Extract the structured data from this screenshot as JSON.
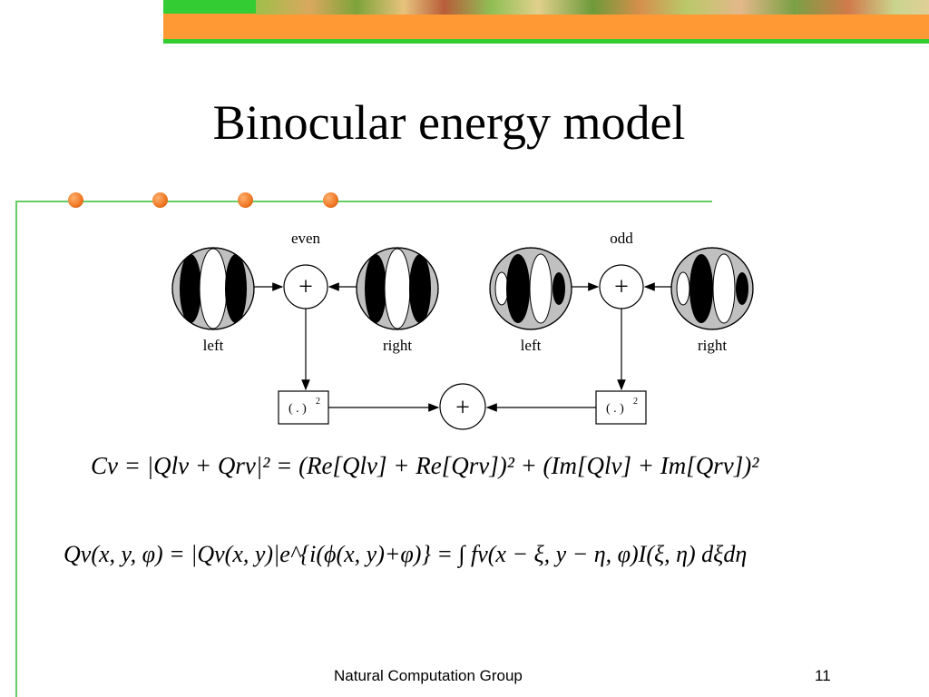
{
  "slide": {
    "title": "Binocular energy model",
    "footer": "Natural Computation Group",
    "page_number": "11"
  },
  "diagram": {
    "even_label": "even",
    "odd_label": "odd",
    "left_label_even": "left",
    "right_label_even": "right",
    "left_label_odd": "left",
    "right_label_odd": "right",
    "plus_symbol": "+",
    "square_op": "( . )",
    "square_exp": "2"
  },
  "equations": {
    "eq1": "Cν = |Qlν + Qrν|² = (Re[Qlν] + Re[Qrν])² + (Im[Qlν] + Im[Qrν])²",
    "eq2": "Qν(x, y, φ) = |Qν(x, y)|e^{i(ϕ(x, y)+φ)} = ∫ fν(x − ξ, y − η, φ)I(ξ, η) dξdη"
  },
  "colors": {
    "accent_orange": "#ff9933",
    "accent_green": "#33cc33",
    "rule_green": "#66cc66",
    "receptive_field_gray": "#c0c0c0"
  }
}
